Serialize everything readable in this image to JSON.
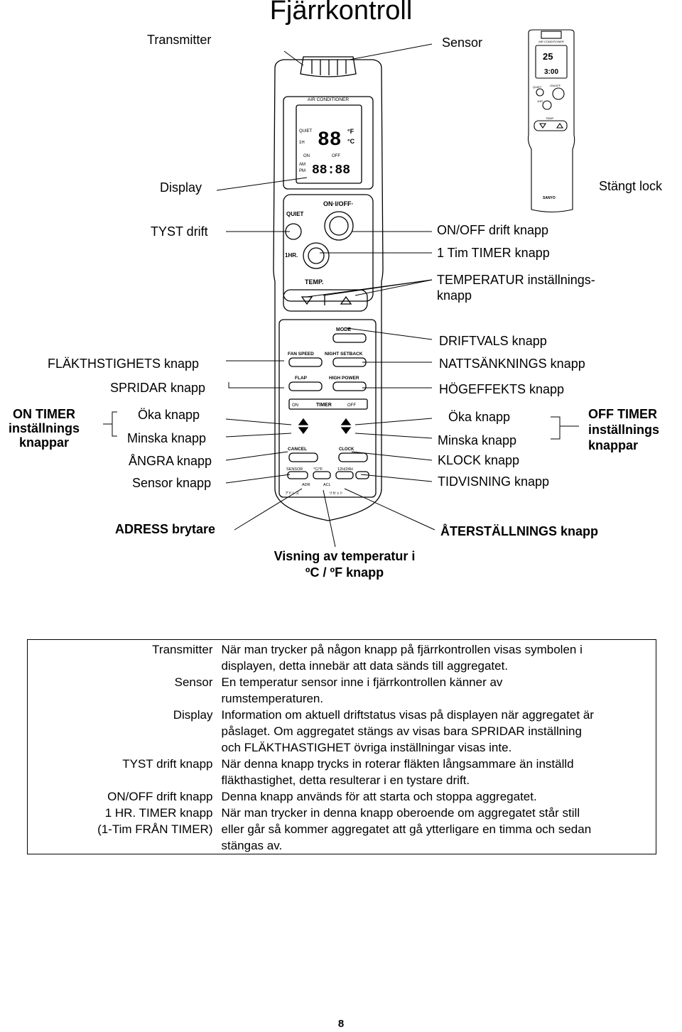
{
  "title": "Fjärrkontroll",
  "labels": {
    "transmitter": "Transmitter",
    "sensor": "Sensor",
    "display": "Display",
    "closed_lid": "Stängt lock",
    "quiet": "TYST drift",
    "onoff": "ON/OFF drift knapp",
    "one_hr": "1 Tim TIMER knapp",
    "temp_1": "TEMPERATUR inställnings-",
    "temp_2": "knapp",
    "mode": "DRIFTVALS knapp",
    "fan": "FLÄKTHSTIGHETS knapp",
    "night": "NATTSÄNKNINGS  knapp",
    "flap": "SPRIDAR knapp",
    "high": "HÖGEFFEKTS knapp",
    "on_timer_1": "ON TIMER",
    "on_timer_2": "inställnings",
    "on_timer_3": "knappar",
    "up_left": "Öka knapp",
    "down_left": "Minska knapp",
    "up_right": "Öka knapp",
    "down_right": "Minska knapp",
    "off_timer_1": "OFF TIMER",
    "off_timer_2": "inställnings",
    "off_timer_3": "knappar",
    "cancel": "ÅNGRA knapp",
    "clock": "KLOCK knapp",
    "sensor_btn": "Sensor knapp",
    "time_display": "TIDVISNING knapp",
    "address": "ADRESS brytare",
    "reset": "ÅTERSTÄLLNINGS knapp",
    "cf_1": "Visning av temperatur i",
    "cf_2": "ºC / ºF knapp"
  },
  "remote": {
    "header": "AIR CONDITIONER",
    "quiet_chip": "QUIET",
    "temp_digits": "88",
    "deg_f": "°F",
    "deg_c": "°C",
    "timer_chip": "1H",
    "on_tag": "ON",
    "off_tag": "OFF",
    "am": "AM",
    "pm": "PM",
    "clock_digits": "88:88",
    "onoff_label": "ON·I/OFF·",
    "quiet_label": "QUIET",
    "hr_label": "1HR.",
    "temp_label": "TEMP.",
    "mode_label": "MODE",
    "fan_label": "FAN SPEED",
    "night_label": "NIGHT SETBACK",
    "flap_label": "FLAP",
    "high_label": "HIGH POWER",
    "timer_label": "TIMER",
    "cancel_label": "CANCEL",
    "clock_label": "CLOCK",
    "sensor_label": "SENSOR",
    "cf_label": "°C/°F",
    "hour_label": "12H/24H",
    "adr_label": "ADR",
    "acl_label": "ACL",
    "jp_label_1": "アドレス",
    "jp_label_2": "リセット"
  },
  "closed_remote": {
    "header": "AIR CONDITIONER",
    "temp": "25",
    "clock": "3:00",
    "onoff": "ON/OFF",
    "quiet": "QUIET",
    "hr": "1HR",
    "temp_label": "TEMP",
    "brand": "SANYO"
  },
  "table": [
    {
      "term": "Transmitter",
      "desc": [
        "När man trycker på någon knapp på fjärrkontrollen visas symbolen i",
        "displayen, detta innebär att data sänds till aggregatet."
      ]
    },
    {
      "term": "Sensor",
      "desc": [
        "En temperatur sensor inne i fjärrkontrollen känner av",
        "rumstemperaturen."
      ]
    },
    {
      "term": "Display",
      "desc": [
        "Information om aktuell driftstatus visas på displayen när aggregatet är",
        "påslaget. Om aggregatet stängs av visas bara SPRIDAR inställning",
        "och FLÄKTHASTIGHET övriga inställningar visas inte."
      ]
    },
    {
      "term": "TYST drift knapp",
      "desc": [
        "När denna knapp trycks in roterar fläkten långsammare än inställd",
        "fläkthastighet, detta resulterar i en tystare drift."
      ]
    },
    {
      "term": "ON/OFF drift knapp",
      "desc": [
        "Denna knapp används för att starta och stoppa aggregatet."
      ]
    },
    {
      "term": "1 HR. TIMER knapp",
      "term2": "(1-Tim FRÅN TIMER)",
      "desc": [
        "När man trycker in denna knapp oberoende om aggregatet står still",
        "eller går så kommer aggregatet att gå ytterligare en timma och sedan",
        "stängas av."
      ]
    }
  ],
  "page_number": "8"
}
